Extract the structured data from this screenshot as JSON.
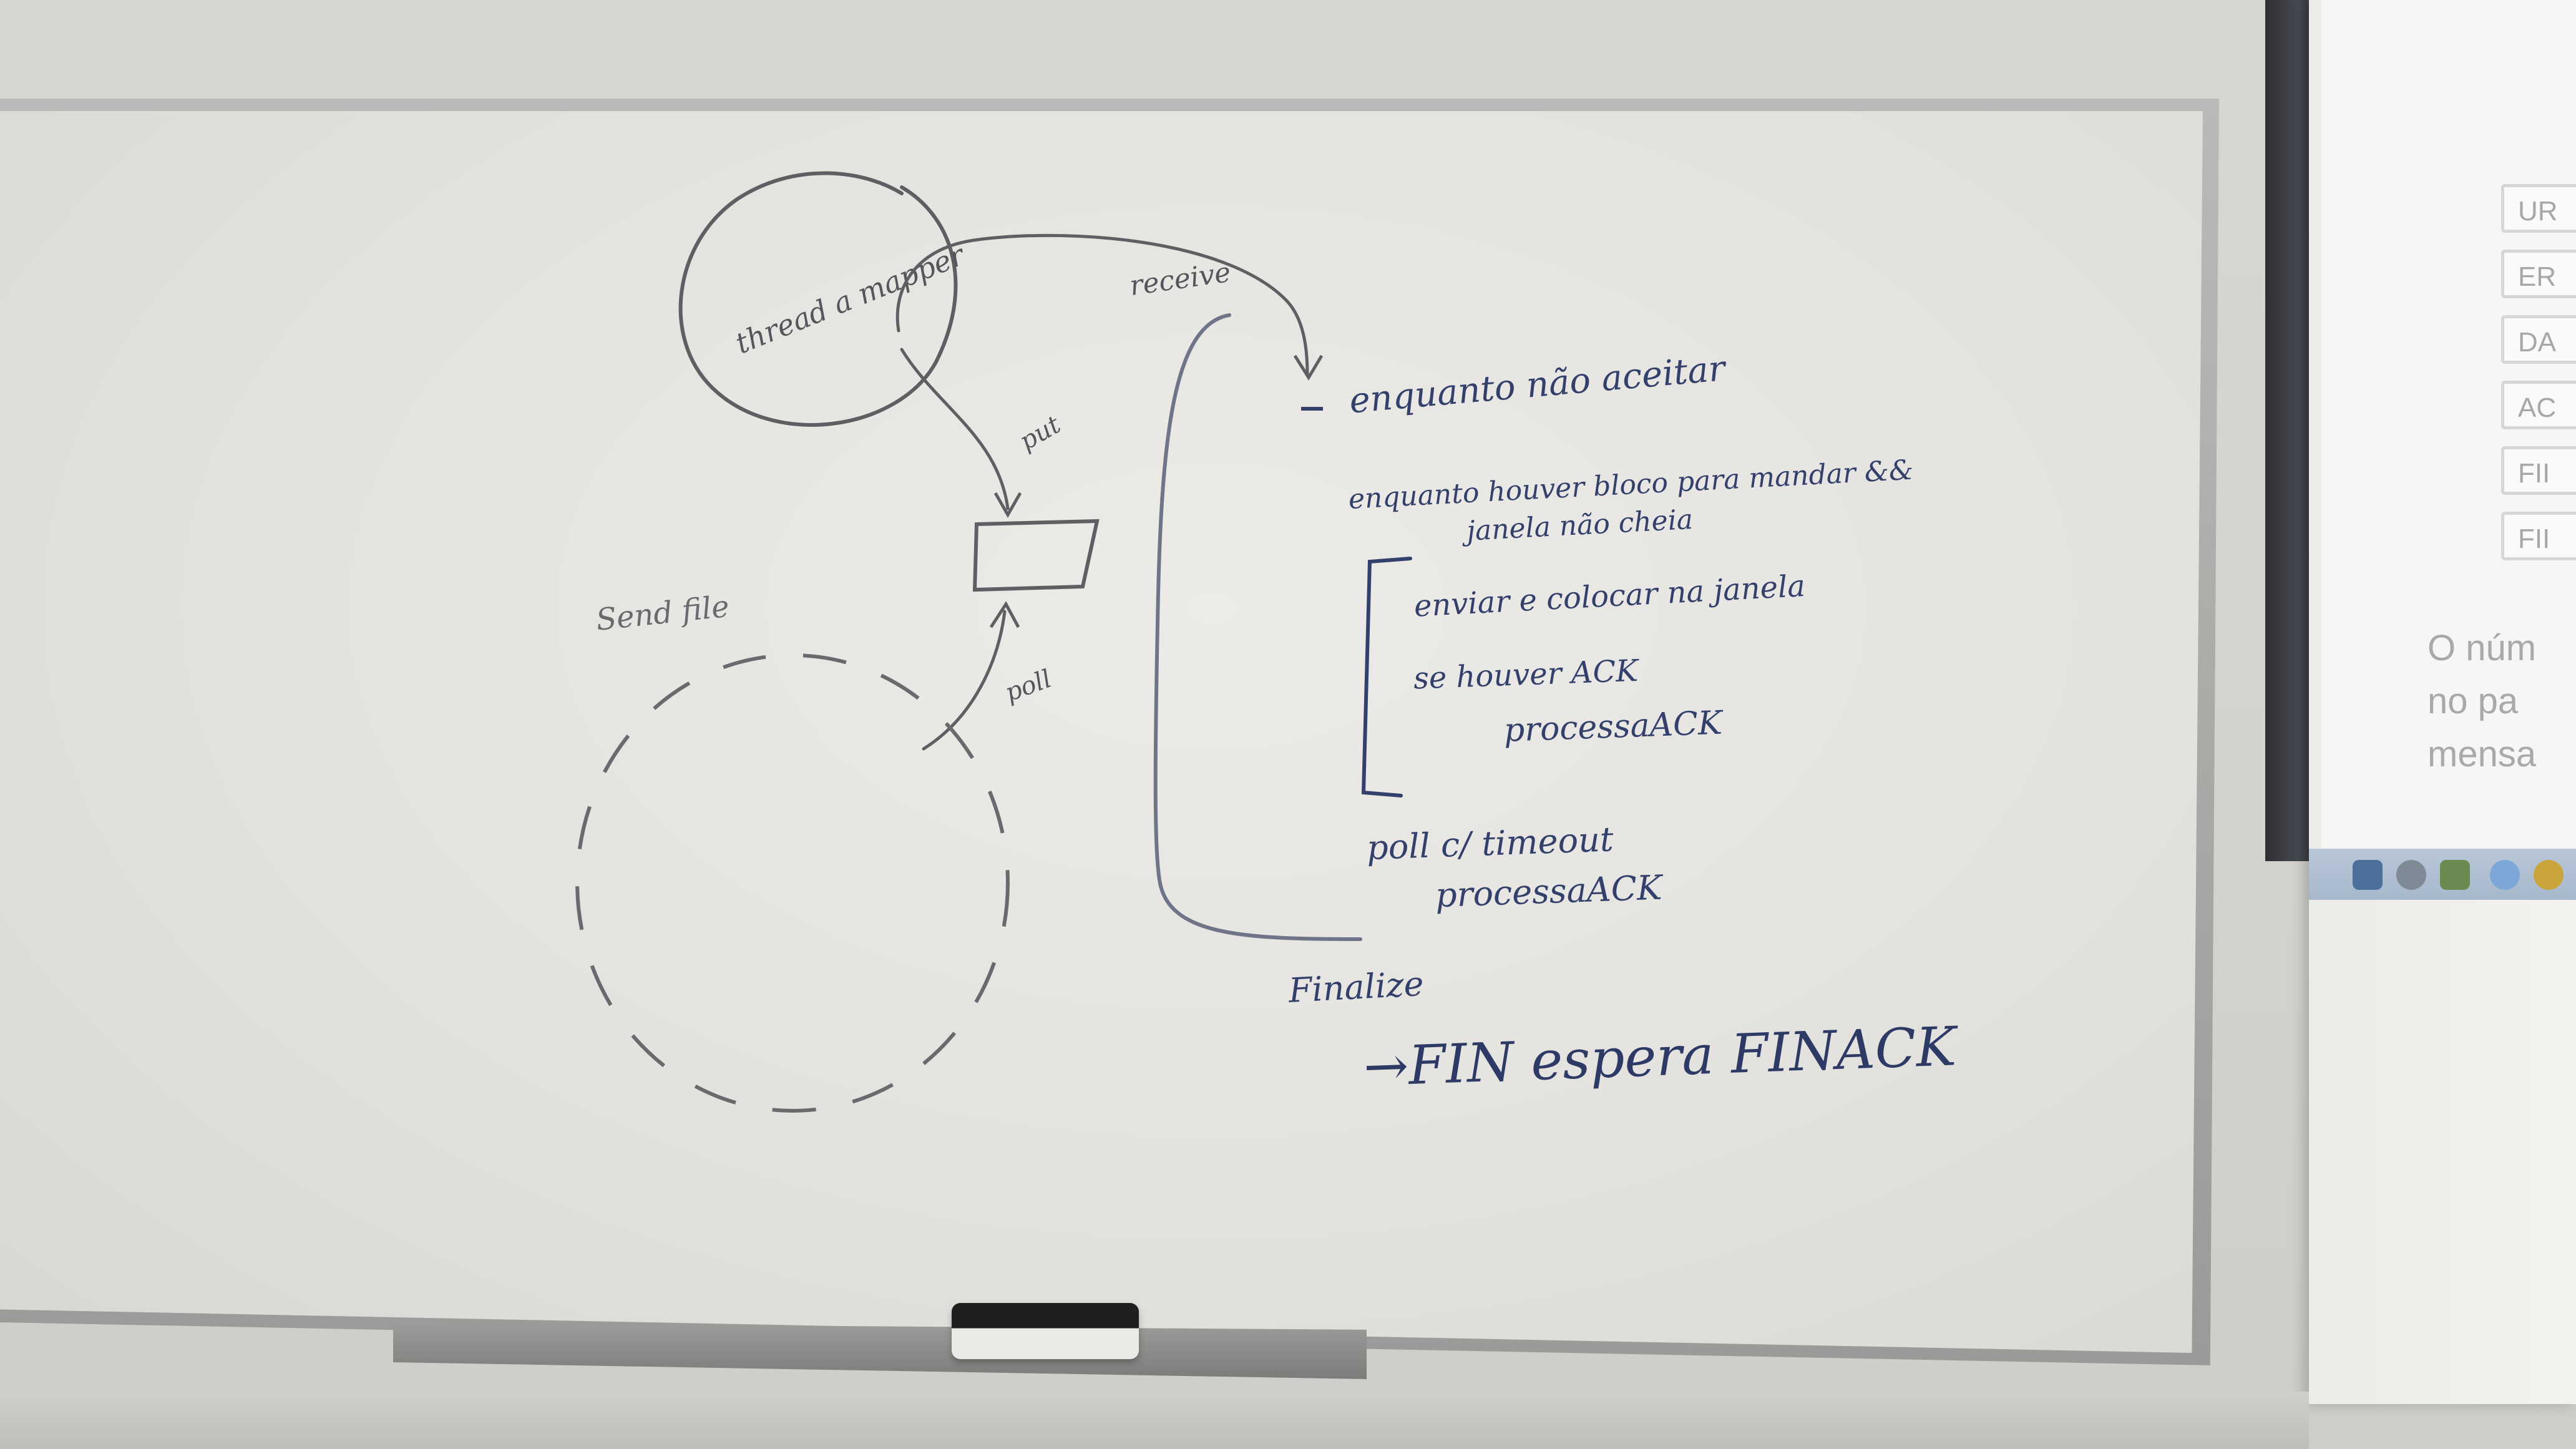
{
  "scene": "whiteboard-with-projection",
  "colors": {
    "black_marker": "#5f5f63",
    "blue_marker": "#33406b",
    "board": "#e6e5e1",
    "frame": "#a7a8a6"
  },
  "whiteboard": {
    "thread_label": "thread a mapper",
    "receive_label": "receive",
    "put_label": "put",
    "poll_label": "poll",
    "send_file_label": "Send file",
    "steps": {
      "loop_title": "enquanto não aceitar",
      "inner_loop": "enquanto houver bloco para mandar &&",
      "inner_loop_cont": "janela não cheia",
      "send_step": "enviar e colocar na janela",
      "ack_check": "se houver ACK",
      "process_ack": "processaACK",
      "poll_timeout": "poll c/ timeout",
      "process_ack_2": "processaACK"
    },
    "finalize_label": "Finalize",
    "fin_line": "→FIN espera FINACK"
  },
  "projector": {
    "fields": [
      "UR",
      "ER",
      "DA",
      "AC",
      "FII",
      "FII"
    ],
    "lines": [
      "O núm",
      "no pa",
      "mensa"
    ]
  }
}
